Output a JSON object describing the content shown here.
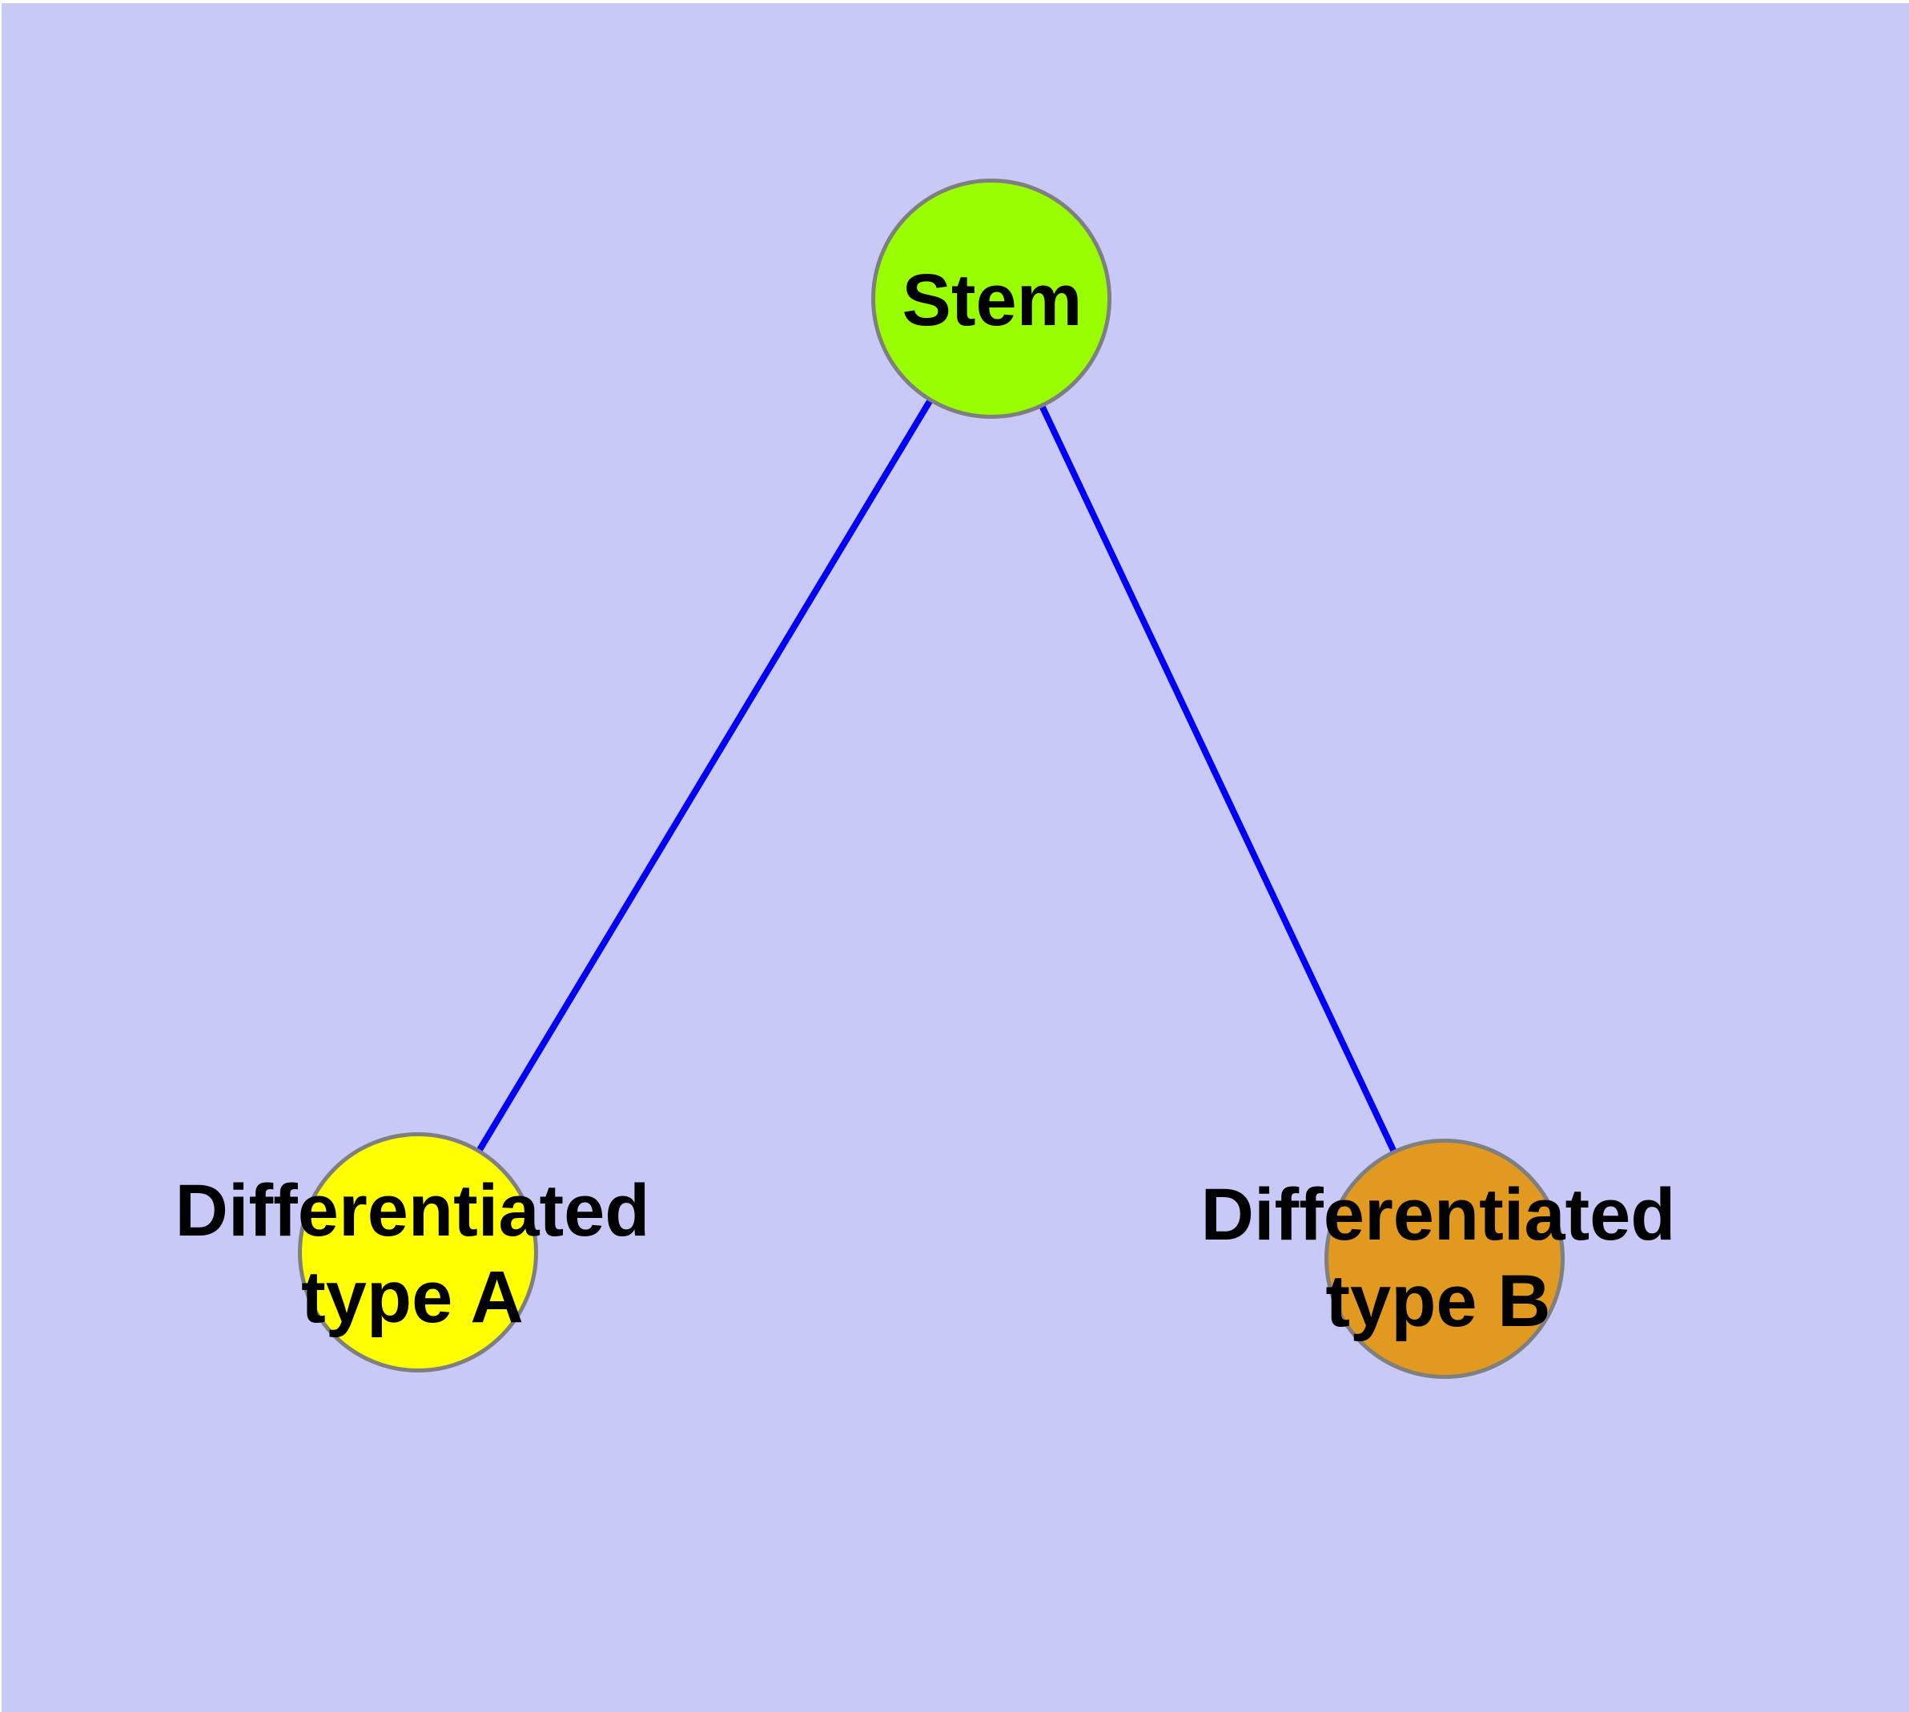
{
  "diagram": {
    "title": "",
    "background_color": "#c9c9f8",
    "frame_color": "#ffffff",
    "edge_color": "#0000f5",
    "node_border_color": "#7f7f7f",
    "label_color": "#000000",
    "nodes": [
      {
        "id": "stem",
        "label": "Stem",
        "fill": "#99fe00"
      },
      {
        "id": "differentiated-type-a",
        "label_line1": "Differentiated",
        "label_line2": "type A",
        "fill": "#ffff00"
      },
      {
        "id": "differentiated-type-b",
        "label_line1": "Differentiated",
        "label_line2": "type B",
        "fill": "#e2991f"
      }
    ],
    "edges": [
      {
        "from": "Stem",
        "to": "Differentiated type A"
      },
      {
        "from": "Stem",
        "to": "Differentiated type B"
      }
    ]
  }
}
